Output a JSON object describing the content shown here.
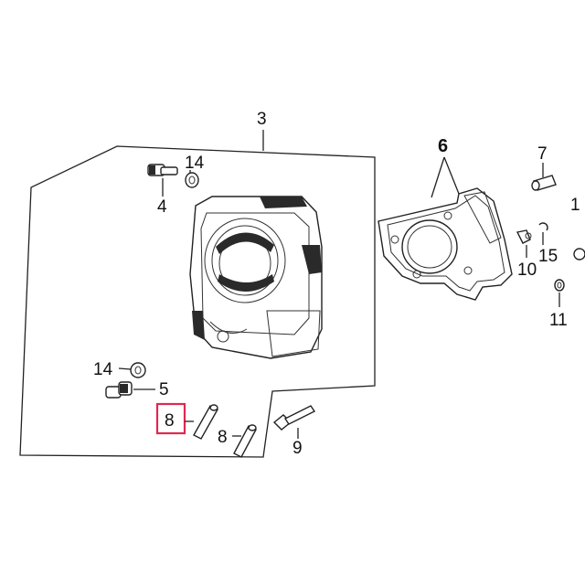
{
  "diagram": {
    "highlight_color": "#e0284f",
    "callouts": {
      "assembly": "3",
      "gasket": "6",
      "pin": "7",
      "bolt_top": "14",
      "bolt_top_label": "4",
      "washer_left": "14",
      "bolt_left": "5",
      "dowel_highlight": "8",
      "dowel": "8",
      "bolt_bottom": "9",
      "clip": "10",
      "clip2": "15",
      "washer_right": "11",
      "edge_right": "1"
    }
  }
}
